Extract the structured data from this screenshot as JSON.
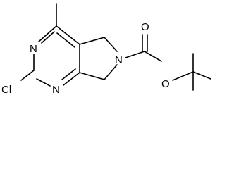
{
  "structure": {
    "atoms": {
      "n_ring_upper": "N",
      "n_ring_lower": "N",
      "n_pyrrolidine": "N",
      "o_carbonyl": "O",
      "o_ester": "O",
      "cl": "Cl"
    },
    "colors": {
      "bond": "#000000",
      "label": "#000000",
      "background": "#ffffff"
    }
  }
}
